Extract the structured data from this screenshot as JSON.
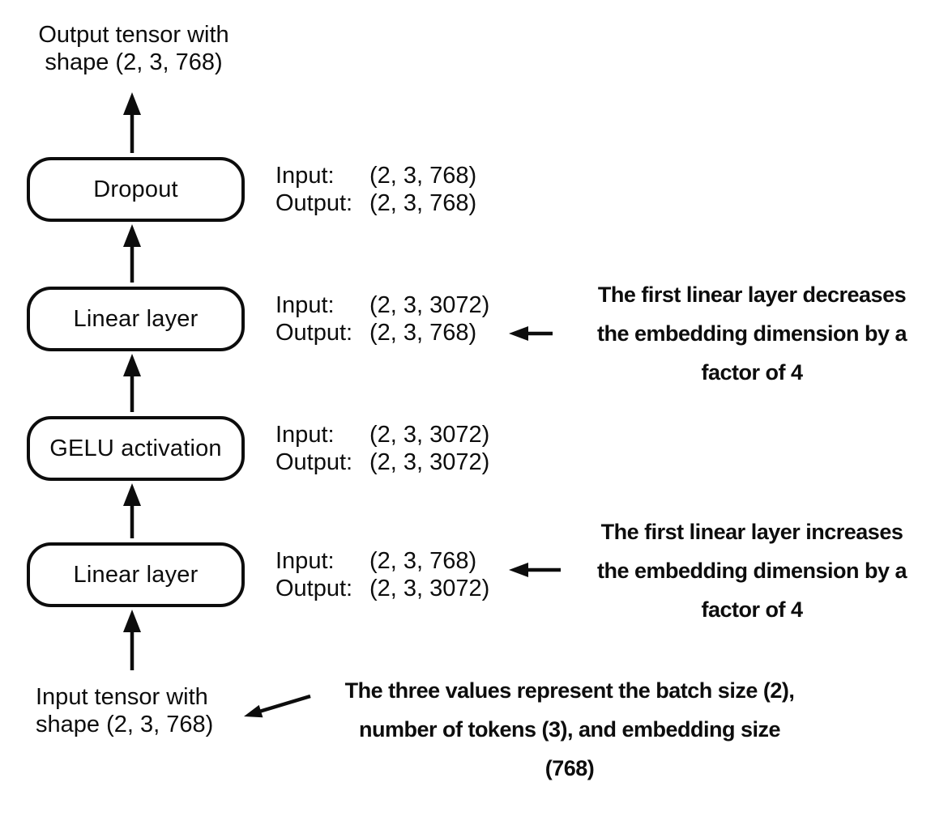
{
  "colors": {
    "ink": "#0d0d0d",
    "background": "#ffffff",
    "box_fill": "#ffffff"
  },
  "captions": {
    "output_tensor": {
      "line1": "Output tensor with",
      "line2": "shape (2, 3, 768)"
    },
    "input_tensor": {
      "line1": "Input tensor with",
      "line2": "shape (2, 3, 768)"
    }
  },
  "labels": {
    "input": "Input:",
    "output": "Output:"
  },
  "layers": [
    {
      "name": "Dropout",
      "input_shape": "(2, 3, 768)",
      "output_shape": "(2, 3, 768)"
    },
    {
      "name": "Linear layer",
      "input_shape": "(2, 3, 3072)",
      "output_shape": "(2, 3, 768)"
    },
    {
      "name": "GELU activation",
      "input_shape": "(2, 3, 3072)",
      "output_shape": "(2, 3, 3072)"
    },
    {
      "name": "Linear layer",
      "input_shape": "(2, 3, 768)",
      "output_shape": "(2, 3, 3072)"
    }
  ],
  "notes": {
    "decrease": {
      "line1": "The first linear layer decreases",
      "line2": "the embedding dimension by a",
      "line3": "factor of 4"
    },
    "increase": {
      "line1": "The first linear layer increases",
      "line2": "the embedding dimension by a",
      "line3": "factor of 4"
    },
    "shape_meaning": {
      "line1": "The three values represent the batch size (2),",
      "line2": "number of tokens (3), and embedding size",
      "line3": "(768)"
    }
  }
}
